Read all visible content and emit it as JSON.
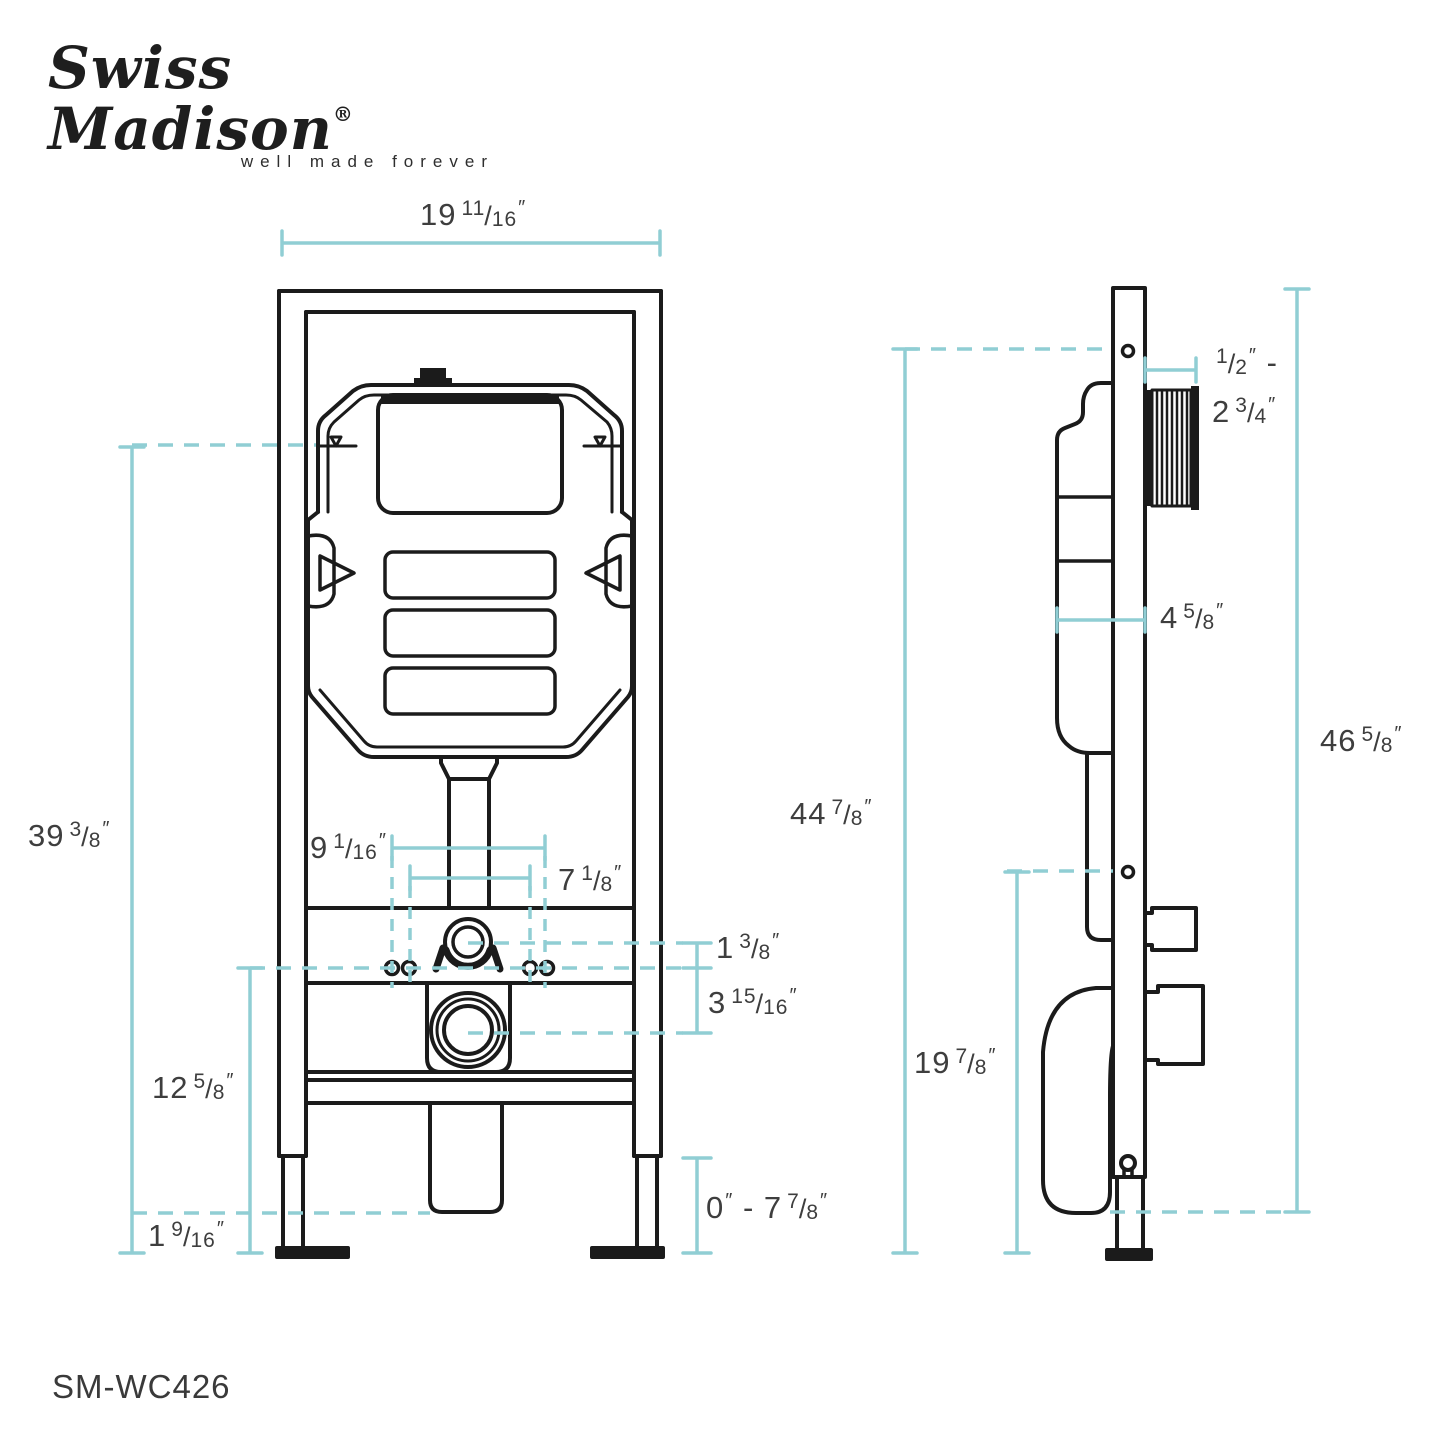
{
  "brand": {
    "name": "Swiss Madison",
    "reg": "®",
    "tagline": "well made forever"
  },
  "model_number": "SM-WC426",
  "glyphs": {
    "slash": "/",
    "inch": "″",
    "dash": " - "
  },
  "colors": {
    "dimension_teal": "#90ced4",
    "line_black": "#1b1b1b",
    "text_gray": "#3e3e3e"
  },
  "views": {
    "front": "front view of in-wall carrier frame",
    "side": "side profile of in-wall carrier frame"
  },
  "dimensions": {
    "top_width": {
      "main": "19",
      "num": "11",
      "den": "16"
    },
    "height_water": {
      "main": "39",
      "num": "3",
      "den": "8"
    },
    "height_bolts": {
      "main": "12",
      "num": "5",
      "den": "8"
    },
    "foot_height": {
      "main": "1",
      "num": "9",
      "den": "16"
    },
    "bolt_span_outer": {
      "main": "9",
      "num": "1",
      "den": "16"
    },
    "bolt_span_inner": {
      "main": "7",
      "num": "1",
      "den": "8"
    },
    "supply_offset": {
      "main": "1",
      "num": "3",
      "den": "8"
    },
    "drain_offset": {
      "main": "3",
      "num": "15",
      "den": "16"
    },
    "adjust_range": {
      "zero": "0",
      "main": "7",
      "num": "7",
      "den": "8"
    },
    "height_supply": {
      "main": "44",
      "num": "7",
      "den": "8"
    },
    "height_lower_bolt": {
      "main": "19",
      "num": "7",
      "den": "8"
    },
    "height_overall": {
      "main": "46",
      "num": "5",
      "den": "8"
    },
    "wall_line1": {
      "num": "1",
      "den": "2",
      "suffix": " -"
    },
    "wall_line2": {
      "main": "2",
      "num": "3",
      "den": "4"
    },
    "tank_depth": {
      "main": "4",
      "num": "5",
      "den": "8"
    }
  }
}
